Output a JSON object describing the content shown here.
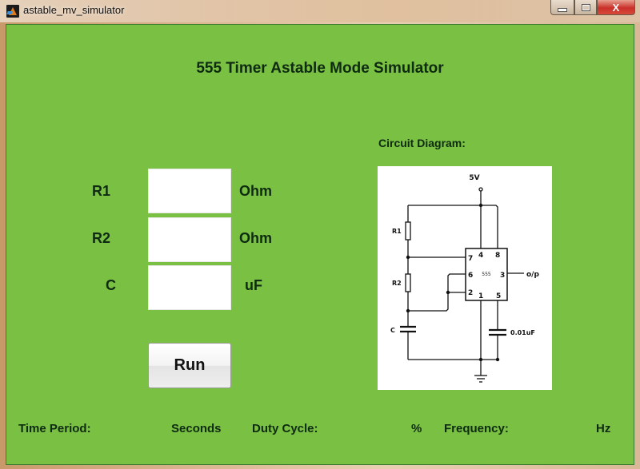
{
  "window": {
    "title": "astable_mv_simulator",
    "icon": "matlab-icon",
    "controls": {
      "minimize": "minimize-icon",
      "maximize": "maximize-icon",
      "close": "close-icon",
      "close_glyph": "X"
    }
  },
  "main": {
    "heading": "555 Timer Astable Mode Simulator",
    "inputs": [
      {
        "label": "R1",
        "value": "",
        "unit": "Ohm"
      },
      {
        "label": "R2",
        "value": "",
        "unit": "Ohm"
      },
      {
        "label": "C",
        "value": "",
        "unit": "uF"
      }
    ],
    "run_button": "Run"
  },
  "diagram": {
    "title": "Circuit Diagram:",
    "supply": "5V",
    "resistor1": "R1",
    "resistor2": "R2",
    "capacitor": "C",
    "capacitor2": "0.01uF",
    "chip": "555",
    "output": "o/p",
    "pins": {
      "p7": "7",
      "p4": "4",
      "p8": "8",
      "p6": "6",
      "p3": "3",
      "p2": "2",
      "p1": "1",
      "p5": "5"
    }
  },
  "results": {
    "time_period_label": "Time Period:",
    "time_period_value": "",
    "time_period_unit": "Seconds",
    "duty_cycle_label": "Duty Cycle:",
    "duty_cycle_value": "",
    "duty_cycle_unit": "%",
    "frequency_label": "Frequency:",
    "frequency_value": "",
    "frequency_unit": "Hz"
  }
}
